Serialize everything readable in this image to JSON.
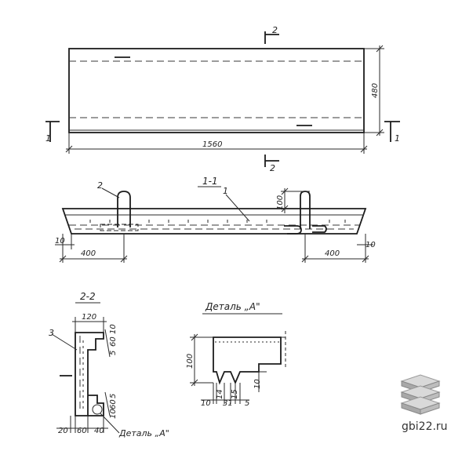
{
  "plan": {
    "length_dim": "1560",
    "width_dim": "480",
    "section_mark_left": "1",
    "section_mark_right": "1",
    "section_mark_top": "2",
    "section_mark_bottom": "2"
  },
  "section_1_1": {
    "title": "1-1",
    "callout_1": "1",
    "callout_2": "2",
    "dim_loop_height": "100",
    "dim_left_offset": "10",
    "dim_right_offset": "10",
    "dim_left_span": "400",
    "dim_right_span": "400"
  },
  "section_2_2": {
    "title": "2-2",
    "callout_3": "3",
    "dim_top_width": "120",
    "dim_top_a": "10",
    "dim_top_b": "60",
    "dim_top_c": "5",
    "dim_bot_a": "5",
    "dim_bot_b": "60",
    "dim_bot_c": "10",
    "dim_base_a": "20",
    "dim_base_b": "60",
    "dim_base_c": "40",
    "detail_ref": "Деталь „А\""
  },
  "detail_a": {
    "title": "Деталь „А\"",
    "dim_height": "100",
    "dim_b1": "10",
    "dim_b2": "14",
    "dim_b3": "31",
    "dim_b4": "15",
    "dim_b5": "5",
    "dim_side": "10"
  },
  "watermark": {
    "text": "gbi22.ru"
  }
}
